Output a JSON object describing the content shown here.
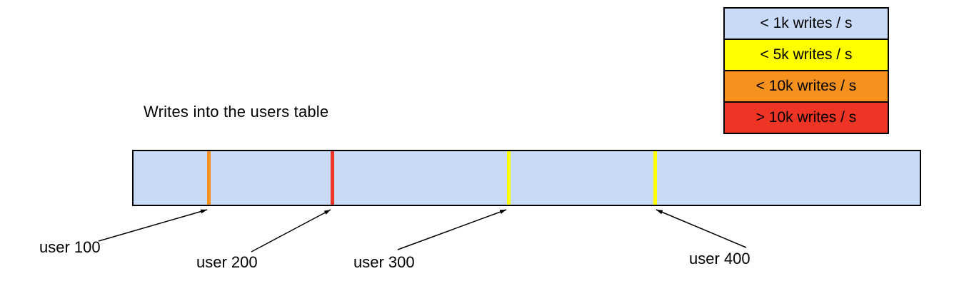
{
  "title": "Writes into the users table",
  "legend": {
    "items": [
      {
        "label": "< 1k writes / s",
        "color": "#c9daf8"
      },
      {
        "label": "< 5k writes / s",
        "color": "#ffff00"
      },
      {
        "label": "< 10k writes / s",
        "color": "#f6911e"
      },
      {
        "label": "> 10k writes / s",
        "color": "#ee3424"
      }
    ]
  },
  "bar": {
    "fill_color": "#c9daf8",
    "markers": [
      {
        "label": "user 100",
        "color": "#f6911e",
        "position_pct": 9.35
      },
      {
        "label": "user 200",
        "color": "#ee3424",
        "position_pct": 25.1
      },
      {
        "label": "user 300",
        "color": "#ffff00",
        "position_pct": 47.5
      },
      {
        "label": "user 400",
        "color": "#ffff00",
        "position_pct": 66.1
      }
    ]
  }
}
